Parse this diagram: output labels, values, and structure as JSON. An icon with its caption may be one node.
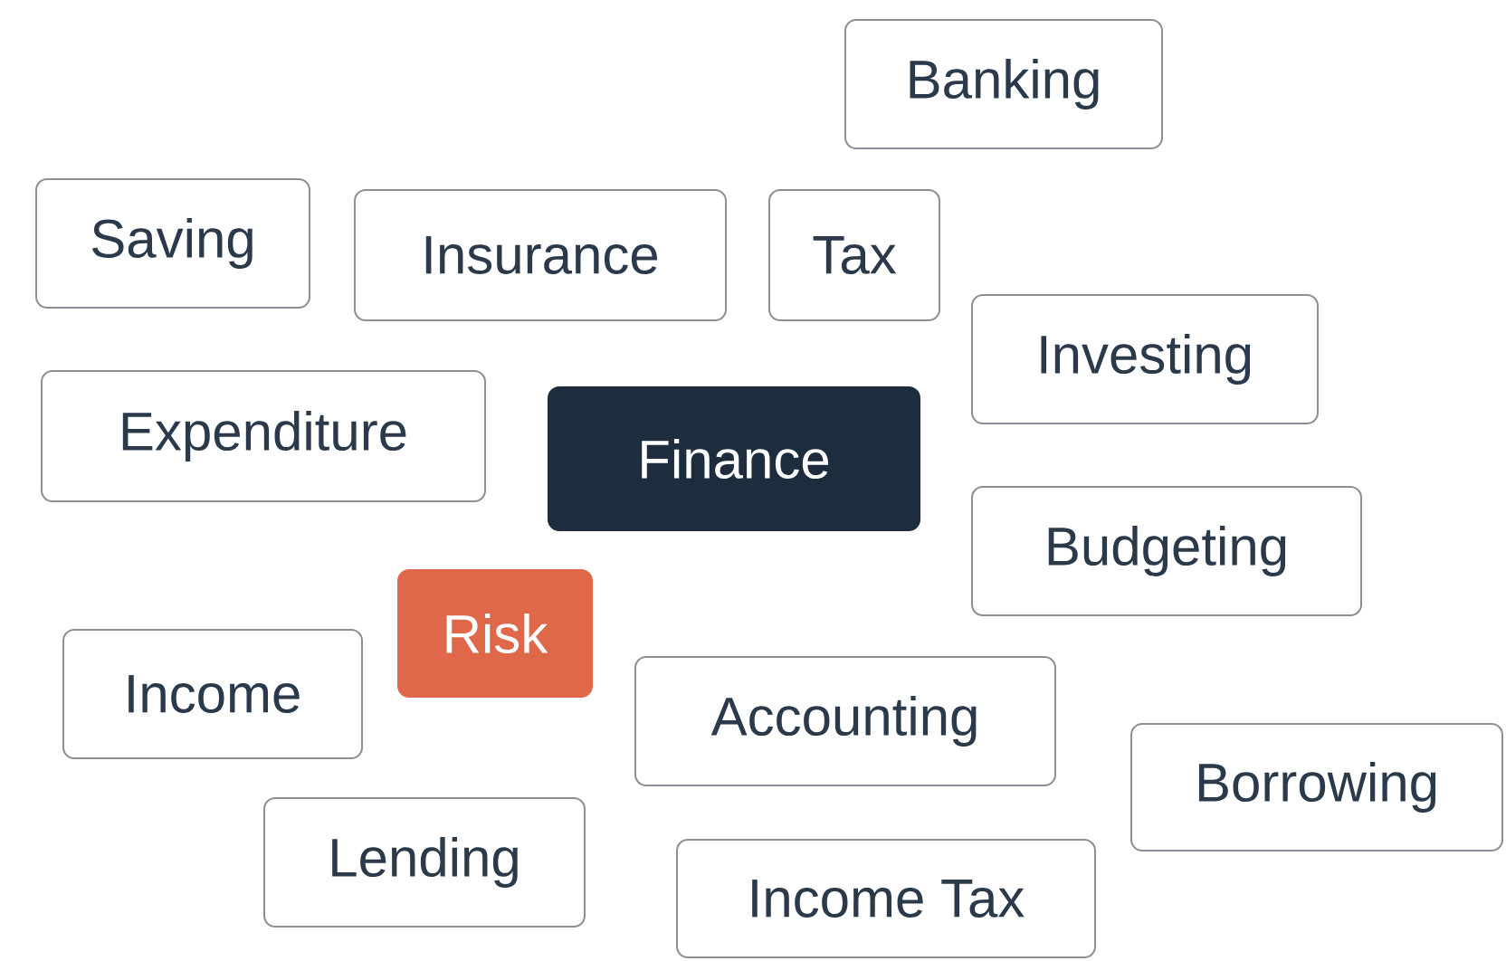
{
  "diagram": {
    "nodes": [
      {
        "text": [
          "Banking"
        ]
      },
      {
        "text": [
          "Saving"
        ]
      },
      {
        "text": [
          "Insurance"
        ]
      },
      {
        "text": [
          "Tax"
        ]
      },
      {
        "text": [
          "Investing"
        ]
      },
      {
        "text": [
          "Expenditure"
        ]
      },
      {
        "text": [
          "Finance"
        ]
      },
      {
        "text": [
          "Budgeting"
        ]
      },
      {
        "text": [
          "Risk"
        ]
      },
      {
        "text": [
          "Income"
        ]
      },
      {
        "text": [
          "Accounting"
        ]
      },
      {
        "text": [
          "Borrowing"
        ]
      },
      {
        "text": [
          "Lending"
        ]
      },
      {
        "text": [
          "Income Tax"
        ]
      }
    ]
  }
}
